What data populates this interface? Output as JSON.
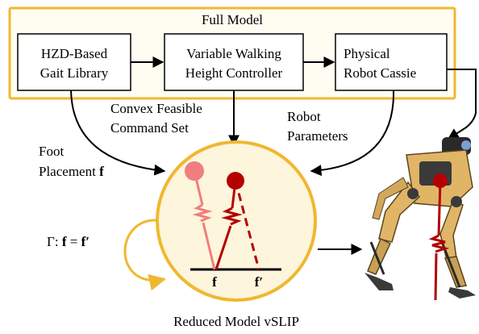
{
  "full_model": {
    "title": "Full Model",
    "box1": [
      "HZD-Based",
      "Gait Library"
    ],
    "box2": [
      "Variable Walking",
      "Height Controller"
    ],
    "box3": [
      "Physical",
      "Robot Cassie"
    ]
  },
  "labels": {
    "command_set": [
      "Convex Feasible",
      "Command Set"
    ],
    "robot_params": [
      "Robot",
      "Parameters"
    ],
    "foot_placement_line1": "Foot",
    "foot_placement_word": "Placement ",
    "foot_placement_symbol": "f",
    "gamma_prefix": "Γ: ",
    "gamma_f": "f",
    "gamma_eq": " = ",
    "gamma_fprime": "f′",
    "f_marker": "f",
    "fprime_marker": "f′",
    "reduced_model": "Reduced Model vSLIP"
  },
  "colors": {
    "box_border": "#f0b830",
    "box_fill": "#fffdf2",
    "circle_fill": "#fdf5dc",
    "red": "#b40000",
    "pink": "#ee7f7f",
    "robot_body": "#e0b566",
    "robot_dark": "#3a3a3a"
  }
}
